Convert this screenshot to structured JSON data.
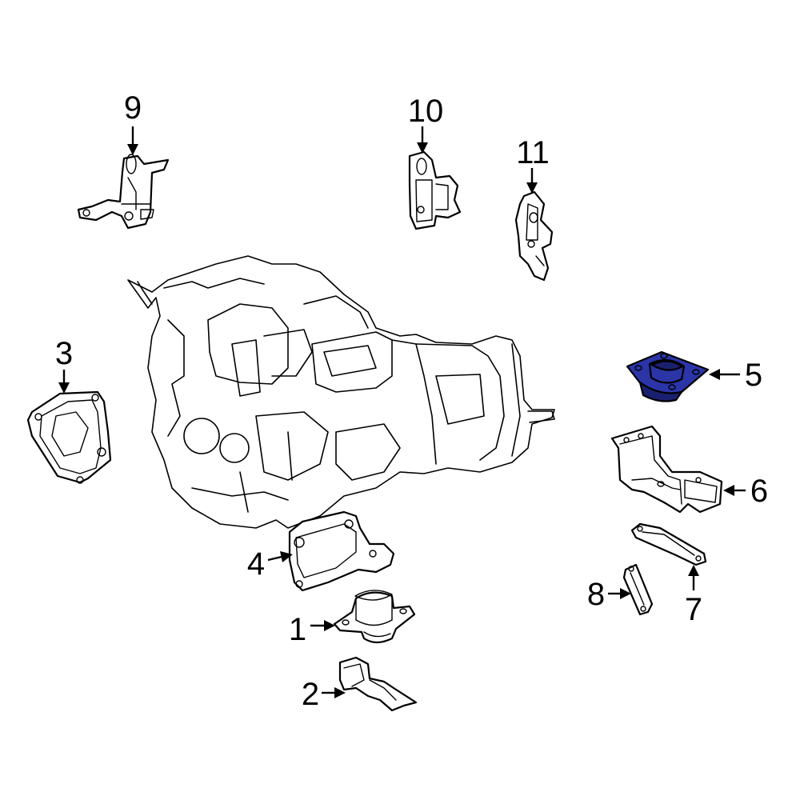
{
  "diagram": {
    "highlight_color": "#2b35a8",
    "highlight_dark": "#1a2070",
    "callouts": [
      {
        "id": "1",
        "label": "1"
      },
      {
        "id": "2",
        "label": "2"
      },
      {
        "id": "3",
        "label": "3"
      },
      {
        "id": "4",
        "label": "4"
      },
      {
        "id": "5",
        "label": "5",
        "highlighted": true
      },
      {
        "id": "6",
        "label": "6"
      },
      {
        "id": "7",
        "label": "7"
      },
      {
        "id": "8",
        "label": "8"
      },
      {
        "id": "9",
        "label": "9"
      },
      {
        "id": "10",
        "label": "10"
      },
      {
        "id": "11",
        "label": "11"
      }
    ]
  }
}
